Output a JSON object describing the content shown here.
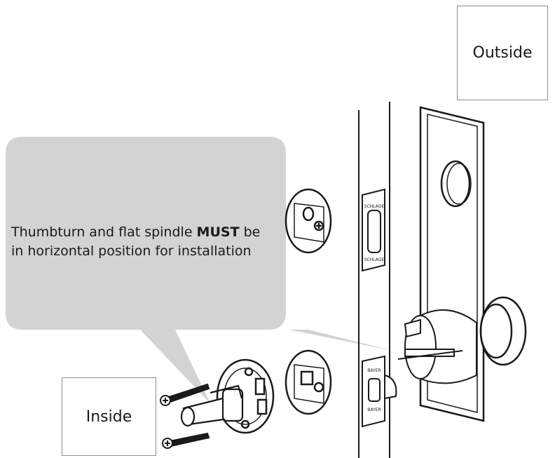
{
  "labels": {
    "outside": "Outside",
    "inside": "Inside"
  },
  "callout": {
    "text_before": "Thumbturn and flat spindle ",
    "emphasis": "MUST",
    "text_after_line1": " be",
    "line2": "in horizontal position for installation"
  },
  "strike_plate_text": {
    "top": "SCHLAGE",
    "bottom": "SCHLAGE"
  },
  "latch_text": {
    "top": "BAYER",
    "bottom": "BAYER"
  },
  "colors": {
    "callout_fill": "#d3d3d3",
    "line": "#1a1a1a"
  }
}
